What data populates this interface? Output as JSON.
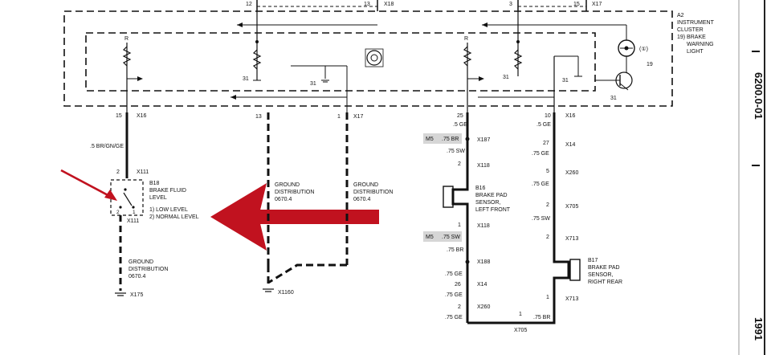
{
  "page": {
    "code": "6200.0-01",
    "year": "1991"
  },
  "instrument_cluster": {
    "ref": "A2",
    "line1": "INSTRUMENT",
    "line2": "CLUSTER",
    "item": "19) BRAKE",
    "item2": "WARNING",
    "item3": "LIGHT",
    "lamp_no": "19",
    "pins": {
      "p12": "12",
      "p13": "13",
      "p3": "3",
      "p15": "15",
      "x18": "X18",
      "x17": "X17"
    },
    "r": "R",
    "g31": "31"
  },
  "left_branch": {
    "pin15": "15",
    "x16": "X16",
    "wire": ".5 BR/GN/GE",
    "pin2": "2",
    "x111_top": "X111",
    "pin2b": "2",
    "pin1": "1",
    "x111_bot": "X111",
    "switch_ref": "B18",
    "switch_l1": "BRAKE FLUID",
    "switch_l2": "LEVEL",
    "switch_l3": "1)  LOW LEVEL",
    "switch_l4": "2)  NORMAL LEVEL",
    "gd1": "GROUND",
    "gd2": "DISTRIBUTION",
    "gd3": "0670.4",
    "x175": "X175"
  },
  "middle_branch": {
    "pin13": "13",
    "pin1": "1",
    "x17": "X17",
    "gd_left_1": "GROUND",
    "gd_left_2": "DISTRIBUTION",
    "gd_left_3": "0670.4",
    "gd_right_1": "GROUND",
    "gd_right_2": "DISTRIBUTION",
    "gd_right_3": "0670.4",
    "x1160": "X1160"
  },
  "right_left_column": {
    "pin25": "25",
    "w1": ".5 GE",
    "m5a": "M5",
    "w2": ".75 BR",
    "x187": "X187",
    "w3": ".75 SW",
    "pin2": "2",
    "x118": "X118",
    "b16_ref": "B16",
    "b16_l1": "BRAKE PAD",
    "b16_l2": "SENSOR,",
    "b16_l3": "LEFT FRONT",
    "pin1": "1",
    "x118b": "X118",
    "m5b": "M5",
    "w4": ".75 SW",
    "w5": ".75 BR",
    "x188": "X188",
    "w6": ".75 GE",
    "pin26": "26",
    "x14": "X14",
    "w7": ".75 GE",
    "pin2b": "2",
    "x260": "X260",
    "w8": ".75 GE"
  },
  "right_right_column": {
    "pin10": "10",
    "w1": ".5 GE",
    "x16": "X16",
    "pin27": "27",
    "x14": "X14",
    "w2": ".75 GE",
    "pin5": "5",
    "x260": "X260",
    "w3": ".75 GE",
    "pin2": "2",
    "x705": "X705",
    "w4": ".75 SW",
    "pin2b": "2",
    "x713": "X713",
    "b17_ref": "B17",
    "b17_l1": "BRAKE PAD",
    "b17_l2": "SENSOR,",
    "b17_l3": "RIGHT REAR",
    "pin1": "1",
    "x713b": "X713",
    "bottom_pin1": "1",
    "w5": ".75 BR",
    "x705b": "X705"
  }
}
